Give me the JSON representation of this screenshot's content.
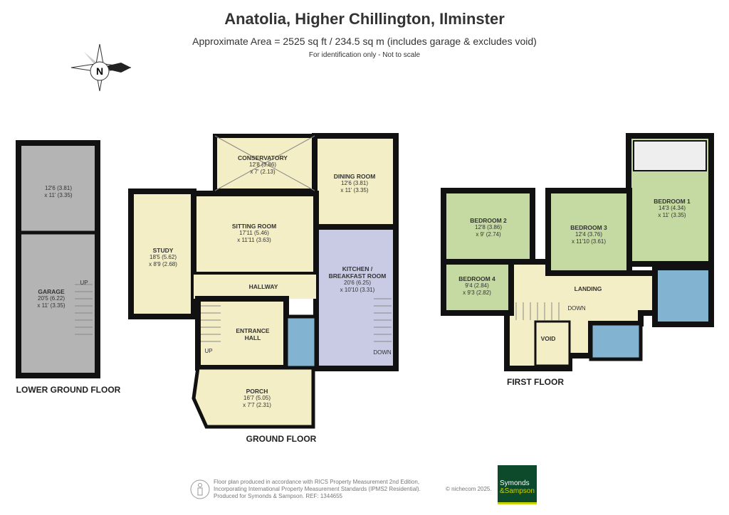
{
  "header": {
    "title": "Anatolia, Higher Chillington, Ilminster",
    "area": "Approximate Area = 2525 sq ft / 234.5 sq m (includes garage & excludes void)",
    "note": "For identification only - Not to scale"
  },
  "compass": {
    "letter": "N",
    "icon": "compass-north-east-icon"
  },
  "floors": {
    "lower_ground": {
      "label": "LOWER GROUND FLOOR",
      "rooms": [
        {
          "name": "",
          "dims1": "12'6 (3.81)",
          "dims2": "x 11' (3.35)"
        },
        {
          "name": "GARAGE",
          "dims1": "20'5 (6.22)",
          "dims2": "x 11' (3.35)"
        }
      ],
      "stair_label": "UP"
    },
    "ground": {
      "label": "GROUND FLOOR",
      "rooms": [
        {
          "name": "CONSERVATORY",
          "dims1": "12'8 (3.86)",
          "dims2": "x 7' (2.13)"
        },
        {
          "name": "DINING ROOM",
          "dims1": "12'6 (3.81)",
          "dims2": "x 11' (3.35)"
        },
        {
          "name": "SITTING ROOM",
          "dims1": "17'11 (5.46)",
          "dims2": "x 11'11 (3.63)"
        },
        {
          "name": "STUDY",
          "dims1": "18'5 (5.62)",
          "dims2": "x 8'9 (2.68)"
        },
        {
          "name": "KITCHEN / BREAKFAST ROOM",
          "dims1": "20'6 (6.25)",
          "dims2": "x 10'10 (3.31)"
        },
        {
          "name": "HALLWAY",
          "dims1": "",
          "dims2": ""
        },
        {
          "name": "ENTRANCE HALL",
          "dims1": "",
          "dims2": ""
        },
        {
          "name": "PORCH",
          "dims1": "16'7 (5.05)",
          "dims2": "x 7'7 (2.31)"
        }
      ],
      "up_label": "UP",
      "down_label": "DOWN"
    },
    "first": {
      "label": "FIRST FLOOR",
      "rooms": [
        {
          "name": "BEDROOM 1",
          "dims1": "14'3 (4.34)",
          "dims2": "x 11' (3.35)"
        },
        {
          "name": "BEDROOM 2",
          "dims1": "12'8 (3.86)",
          "dims2": "x 9' (2.74)"
        },
        {
          "name": "BEDROOM 3",
          "dims1": "12'4 (3.76)",
          "dims2": "x 11'10 (3.61)"
        },
        {
          "name": "BEDROOM 4",
          "dims1": "9'4 (2.84)",
          "dims2": "x 9'3 (2.82)"
        },
        {
          "name": "LANDING",
          "dims1": "",
          "dims2": ""
        },
        {
          "name": "VOID",
          "dims1": "",
          "dims2": ""
        }
      ],
      "down_label": "DOWN"
    }
  },
  "colors": {
    "reception": "#f4eec6",
    "bedroom": "#c5d9a2",
    "kitchen": "#c9cbe4",
    "bathroom": "#82b4d1",
    "garage": "#b4b4b4",
    "wall": "#111111",
    "brand": "#0d4a2c",
    "brand_accent": "#c8d400"
  },
  "footer": {
    "line1": "Floor plan produced in accordance with RICS Property Measurement 2nd Edition,",
    "line2": "Incorporating International Property Measurement Standards (IPMS2 Residential).",
    "line3": "Produced for Symonds & Sampson.   REF:  1344655",
    "copyright": "© nichecom 2025.",
    "logo_line1": "Symonds",
    "logo_line2": "&Sampson",
    "icon": "person-accessibility-icon"
  }
}
